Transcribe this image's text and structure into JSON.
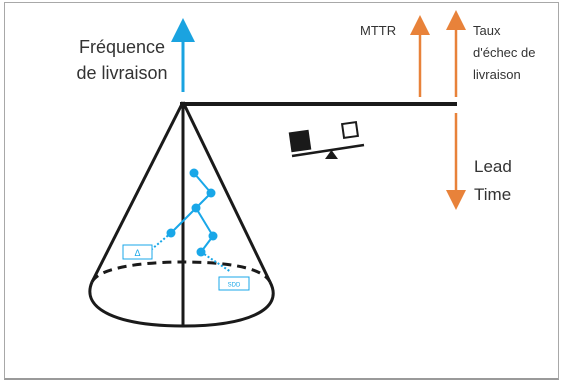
{
  "labels": {
    "delivery_frequency": "Fréquence\nde livraison",
    "mttr": "MTTR",
    "failure_rate": "Taux\nd'échec de\nlivraison",
    "lead_time": "Lead\nTime"
  },
  "tags": {
    "delta": "Δ",
    "sdd": "SDD"
  },
  "colors": {
    "blue_arrow": "#1aa3e0",
    "orange_arrow": "#e8823a",
    "dark": "#1a1a1a",
    "node_blue": "#19a7e8"
  }
}
